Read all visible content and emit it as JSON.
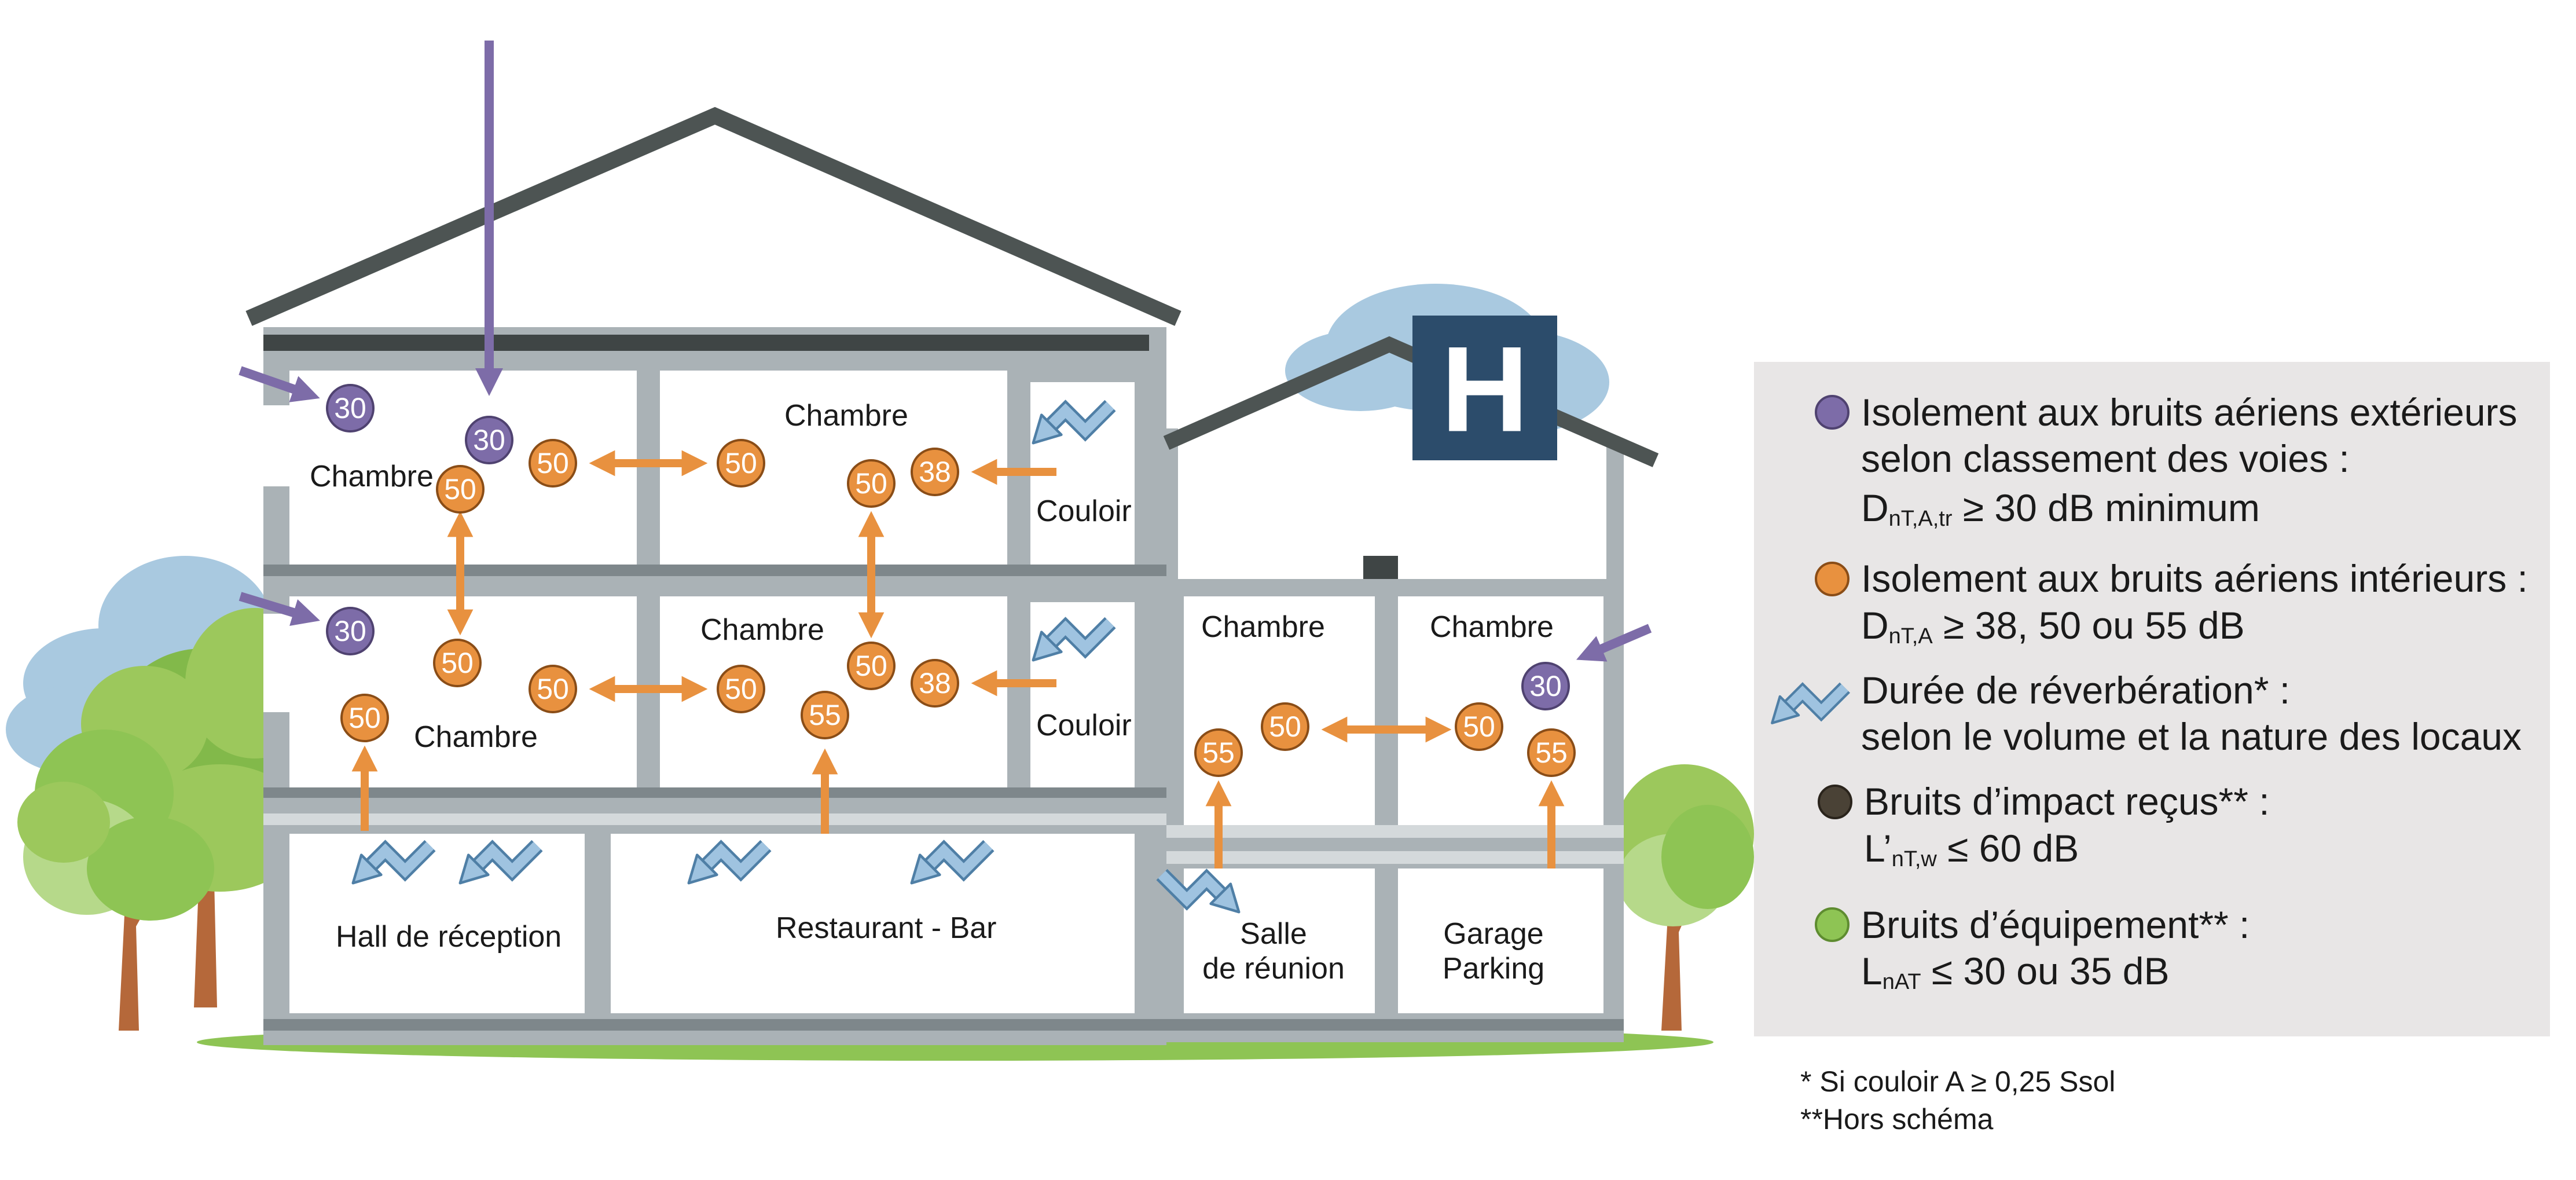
{
  "rooms": {
    "chambre_top_left": "Chambre",
    "chambre_top_mid": "Chambre",
    "couloir_top": "Couloir",
    "chambre_mid_left": "Chambre",
    "chambre_mid_mid": "Chambre",
    "couloir_mid": "Couloir",
    "chambre_annex_left": "Chambre",
    "chambre_annex_right": "Chambre",
    "hall": "Hall de réception",
    "restaurant": "Restaurant - Bar",
    "salle_line1": "Salle",
    "salle_line2": "de réunion",
    "garage_line1": "Garage",
    "garage_line2": "Parking"
  },
  "hotel_sign": "H",
  "markers": [
    {
      "id": "m1",
      "value": "30",
      "kind": "exterior"
    },
    {
      "id": "m2",
      "value": "30",
      "kind": "exterior"
    },
    {
      "id": "m3",
      "value": "50",
      "kind": "interior"
    },
    {
      "id": "m4",
      "value": "50",
      "kind": "interior"
    },
    {
      "id": "m5",
      "value": "50",
      "kind": "interior"
    },
    {
      "id": "m6",
      "value": "50",
      "kind": "interior"
    },
    {
      "id": "m7",
      "value": "38",
      "kind": "interior"
    },
    {
      "id": "m8",
      "value": "30",
      "kind": "exterior"
    },
    {
      "id": "m9",
      "value": "50",
      "kind": "interior"
    },
    {
      "id": "m10",
      "value": "50",
      "kind": "interior"
    },
    {
      "id": "m11",
      "value": "50",
      "kind": "interior"
    },
    {
      "id": "m12",
      "value": "50",
      "kind": "interior"
    },
    {
      "id": "m13",
      "value": "50",
      "kind": "interior"
    },
    {
      "id": "m14",
      "value": "38",
      "kind": "interior"
    },
    {
      "id": "m15",
      "value": "55",
      "kind": "interior"
    },
    {
      "id": "m16",
      "value": "55",
      "kind": "interior"
    },
    {
      "id": "m17",
      "value": "50",
      "kind": "interior"
    },
    {
      "id": "m18",
      "value": "50",
      "kind": "interior"
    },
    {
      "id": "m19",
      "value": "30",
      "kind": "exterior"
    },
    {
      "id": "m20",
      "value": "55",
      "kind": "interior"
    }
  ],
  "legend": {
    "exterior": {
      "line1": "Isolement aux bruits aériens extérieurs",
      "line2": "selon classement des voies :",
      "formula_main": "D",
      "formula_sub": "nT,A,tr",
      "formula_rest": " ≥ 30 dB minimum"
    },
    "interior": {
      "line1": "Isolement aux bruits aériens intérieurs :",
      "formula_main": "D",
      "formula_sub": "nT,A",
      "formula_rest": " ≥ 38, 50 ou 55 dB"
    },
    "reverb": {
      "line1": "Durée de réverbération* :",
      "line2": "selon le volume et la nature des locaux"
    },
    "impact": {
      "line1": "Bruits d’impact reçus** :",
      "formula_main": "L’",
      "formula_sub": "nT,w",
      "formula_rest": " ≤ 60 dB"
    },
    "equipment": {
      "line1": "Bruits d’équipement** :",
      "formula_main": "L",
      "formula_sub": "nAT",
      "formula_rest": " ≤ 30 ou 35 dB"
    }
  },
  "footnotes": {
    "note1": "* Si couloir A ≥ 0,25 Ssol",
    "note2": "**Hors schéma"
  },
  "colors": {
    "exterior": "#7d6ca8",
    "interior": "#e8913f",
    "reverb": "#9fc3e0",
    "impact": "#4a4236",
    "equipment": "#8ec454",
    "wall": "#aab2b6",
    "roof": "#4d5453",
    "sign": "#2c4c6b",
    "legend_bg": "#e8e6e6"
  }
}
